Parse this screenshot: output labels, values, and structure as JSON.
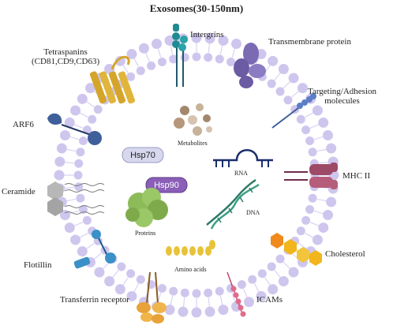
{
  "title": "Exosomes(30-150nm)",
  "labels": {
    "integrins": "Intergrins",
    "transmembrane": "Transmembrane protein",
    "tetraspanins_1": "Tetraspanins",
    "tetraspanins_2": "(CD81,CD9,CD63)",
    "targeting_1": "Targeting/Adhesion",
    "targeting_2": "molecules",
    "arf6": "ARF6",
    "mhc": "MHC II",
    "ceramide": "Ceramide",
    "cholesterol": "Cholesterol",
    "flotillin": "Flotillin",
    "transferrin": "Transferrin receptor",
    "icams": "ICAMs"
  },
  "cargo": {
    "metabolites": "Metabolites",
    "hsp70": "Hsp70",
    "hsp90": "Hsp90",
    "rna": "RNA",
    "dna": "DNA",
    "proteins": "Proteins",
    "amino_acids": "Amino acids"
  },
  "colors": {
    "membrane": "#cfc6ee",
    "tail": "#d9d3f3",
    "integrin": "#1f8a92",
    "transmembrane": "#7b6bb3",
    "tetraspanin": "#d4a52a",
    "targeting": "#5b7ec6",
    "arf6": "#3e5f9a",
    "mhc": "#9d4a66",
    "ceramide": "#b7b7b7",
    "cholesterol": "#f2b61c",
    "flotillin": "#3a90c7",
    "transferrin": "#e8a23a",
    "icam": "#e06b8a",
    "hsp70": "#d7d8ee",
    "hsp90": "#8b5fb8",
    "rna": "#1b2d6b",
    "dna": "#2b7a66",
    "protein": "#8dbb5a",
    "amino": "#e8c33a",
    "metabolite": "#b6977b"
  }
}
